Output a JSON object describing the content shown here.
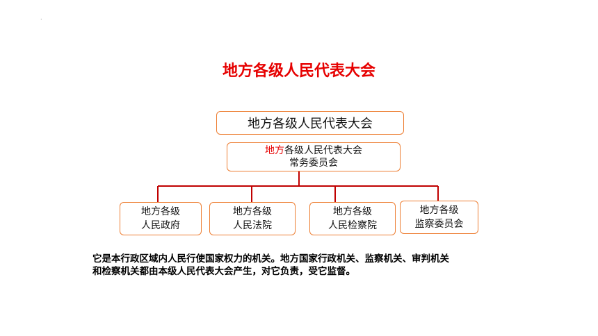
{
  "header": {
    "dot": "."
  },
  "title": "地方各级人民代表大会",
  "org_chart": {
    "top_node": "地方各级人民代表大会",
    "committee": {
      "highlight": "地方",
      "rest": "各级人民代表大会",
      "line2": "常务委员会"
    },
    "children": [
      {
        "line1": "地方各级",
        "line2": "人民政府"
      },
      {
        "line1": "地方各级",
        "line2": "人民法院"
      },
      {
        "line1": "地方各级",
        "line2": "人民检察院"
      },
      {
        "line1": "地方各级",
        "line2": "监察委员会"
      }
    ]
  },
  "description": {
    "line1": "它是本行政区域内人民行使国家权力的机关。地方国家行政机关、监察机关、审判机关",
    "line2": "和检察机关都由本级人民代表大会产生，对它负责，受它监督。"
  },
  "colors": {
    "accent": "#e60000",
    "box_border": "#ed7d31",
    "connector": "#c00000"
  }
}
